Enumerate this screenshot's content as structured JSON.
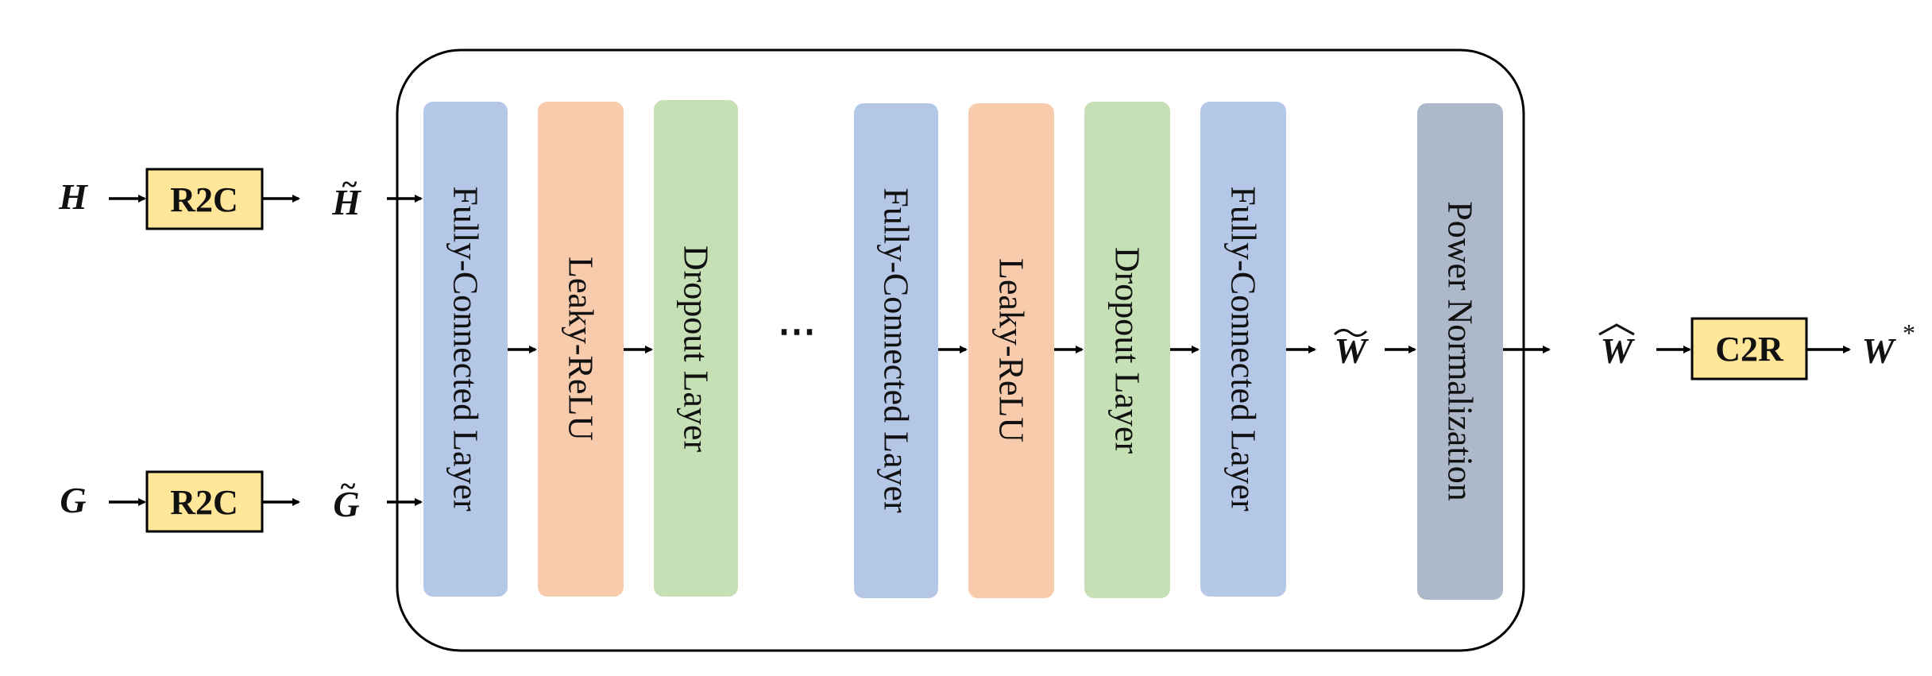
{
  "inputs": {
    "h": {
      "symbol": "H",
      "tilde": "H"
    },
    "g": {
      "symbol": "G",
      "tilde": "G"
    }
  },
  "blocks": {
    "r2c_top": "R2C",
    "r2c_bottom": "R2C",
    "c2r": "C2R"
  },
  "network": {
    "layers": [
      {
        "label": "Fully-Connected Layer",
        "kind": "fc"
      },
      {
        "label": "Leaky-ReLU",
        "kind": "relu"
      },
      {
        "label": "Dropout Layer",
        "kind": "dropout"
      },
      {
        "label": "Fully-Connected Layer",
        "kind": "fc"
      },
      {
        "label": "Leaky-ReLU",
        "kind": "relu"
      },
      {
        "label": "Dropout Layer",
        "kind": "dropout"
      },
      {
        "label": "Fully-Connected Layer",
        "kind": "fc"
      }
    ],
    "ellipsis": "⋯",
    "power_norm": "Power Normalization"
  },
  "outputs": {
    "w_tilde": "W",
    "w_hat": "W",
    "w_star": "W",
    "w_star_sup": "*"
  },
  "colors": {
    "fc": "#b4c7e7",
    "relu": "#f8cbad",
    "dropout": "#c5e0b4",
    "power_norm": "#adb9ca",
    "conv_box": "#ffe699"
  }
}
